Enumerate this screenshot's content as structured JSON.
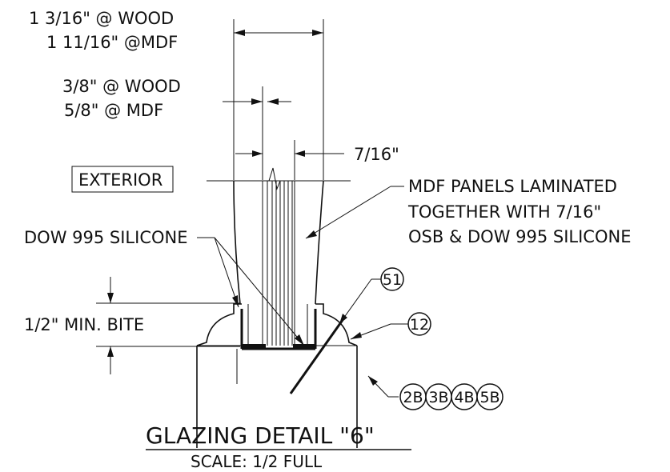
{
  "dimensions": {
    "overall_wood": "1 3/16\" @ WOOD",
    "overall_mdf": "1 11/16\" @MDF",
    "inner_wood": "3/8\" @ WOOD",
    "inner_mdf": "5/8\" @ MDF",
    "gap": "7/16\"",
    "bite": "1/2\" MIN. BITE"
  },
  "labels": {
    "exterior": "EXTERIOR",
    "silicone": "DOW 995 SILICONE",
    "mdf_note_1": "MDF PANELS LAMINATED",
    "mdf_note_2": "TOGETHER WITH 7/16\"",
    "mdf_note_3": "OSB & DOW 995 SILICONE"
  },
  "callouts": [
    "51",
    "12",
    "2B",
    "3B",
    "4B",
    "5B"
  ],
  "title": {
    "main": "GLAZING DETAIL \"6\"",
    "scale": "SCALE: 1/2 FULL"
  }
}
